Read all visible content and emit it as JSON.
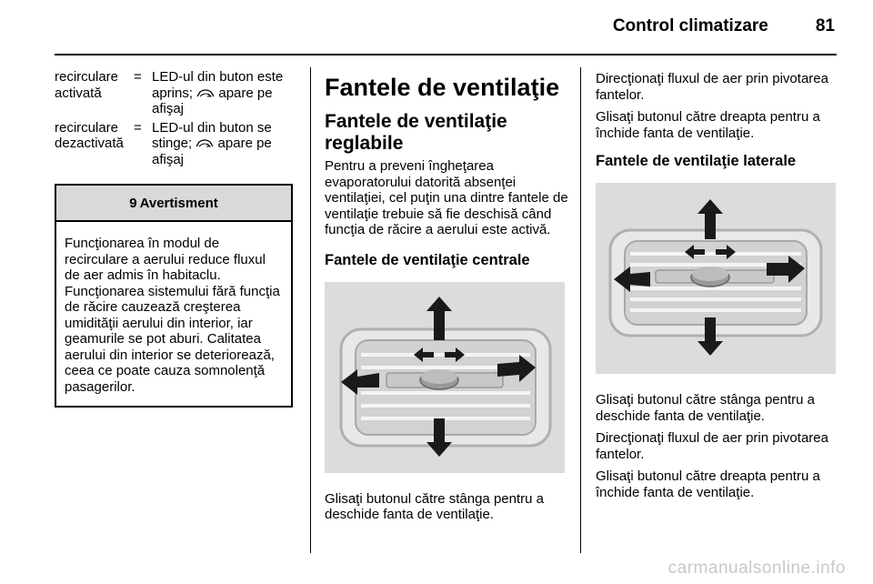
{
  "header": {
    "title": "Control climatizare",
    "page_number": "81"
  },
  "left_column": {
    "definitions": [
      {
        "term": "recirculare activată",
        "eq": "=",
        "desc_before_icon": "LED-ul din buton este aprins;",
        "icon": "car-recirculation-icon",
        "desc_after_icon": "apare pe afişaj"
      },
      {
        "term": "recirculare dezactivată",
        "eq": "=",
        "desc_before_icon": "LED-ul din buton se stinge;",
        "icon": "car-recirculation-icon",
        "desc_after_icon": "apare pe afişaj"
      }
    ],
    "warning": {
      "symbol": "9",
      "title": "Avertisment",
      "text": "Funcţionarea în modul de recirculare a aerului reduce fluxul de aer admis în habitaclu. Funcţionarea sistemului fără funcţia de răcire cauzează creşterea umidităţii aerului din interior, iar geamurile se pot aburi. Calitatea aerului din interior se deteriorează, ceea ce poate cauza somnolenţă pasagerilor."
    }
  },
  "middle_column": {
    "title": "Fantele de ventilaţie",
    "subtitle": "Fantele de ventilaţie reglabile",
    "intro": "Pentru a preveni îngheţarea evaporatorului datorită absenţei ventilaţiei, cel puţin una dintre fantele de ventilaţie trebuie să fie deschisă când funcţia de răcire a aerului este activă.",
    "section_title": "Fantele de ventilaţie centrale",
    "figure_name": "central-vent-illustration",
    "after_figure": "Glisaţi butonul către stânga pentru a deschide fanta de ventilaţie."
  },
  "right_column": {
    "para1": "Direcţionaţi fluxul de aer prin pivotarea fantelor.",
    "para2": "Glisaţi butonul către dreapta pentru a închide fanta de ventilaţie.",
    "section_title": "Fantele de ventilaţie laterale",
    "figure_name": "side-vent-illustration",
    "para3": "Glisaţi butonul către stânga pentru a deschide fanta de ventilaţie.",
    "para4": "Direcţionaţi fluxul de aer prin pivotarea fantelor.",
    "para5": "Glisaţi butonul către dreapta pentru a închide fanta de ventilaţie."
  },
  "watermark": "carmanualsonline.info",
  "colors": {
    "figure_bg": "#dcdcdc",
    "warning_header_bg": "#d9d9d9",
    "watermark": "#c8c8c8"
  }
}
